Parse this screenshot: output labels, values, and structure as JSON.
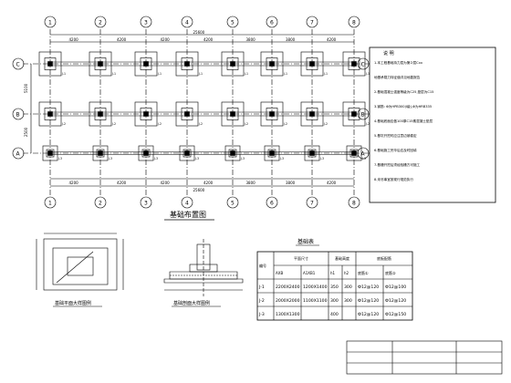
{
  "plan": {
    "title": "基础布置图",
    "total_dim": "25600",
    "bay_dim": "4200",
    "bay_dim_short": "3800",
    "depth_dim": "5100",
    "depth_dim2": "2500",
    "grid_cols": [
      "1",
      "2",
      "3",
      "4",
      "5",
      "6",
      "7",
      "8"
    ],
    "grid_rows": [
      "C",
      "B",
      "A"
    ],
    "footing_labels": [
      "J-1",
      "J-2",
      "J-3"
    ]
  },
  "section_titles": {
    "plan_detail": "基础平面大样图例",
    "section_detail": "基础剖面大样图例"
  },
  "footing_table": {
    "title": "基础表",
    "headers": [
      "编号",
      "AXB",
      "A1XB1",
      "h1",
      "h2",
      "底筋①",
      "底筋②"
    ],
    "group_headers": [
      "平面尺寸",
      "基础高度",
      "底板配筋"
    ],
    "rows": [
      [
        "J-1",
        "2200X2400",
        "1200X1400",
        "350",
        "300",
        "Ф12@120",
        "Ф12@100"
      ],
      [
        "J-2",
        "2000X2000",
        "1100X1100",
        "300",
        "300",
        "Ф12@120",
        "Ф12@120"
      ],
      [
        "J-3",
        "1300X1300",
        "",
        "400",
        "",
        "Ф12@120",
        "Ф12@150"
      ]
    ]
  },
  "notes": {
    "heading": "说 明",
    "lines": [
      "1.本工程基础持力层为第②层Cxx",
      "地基承载力特征值详见地勘报告",
      "2.基础混凝土强度等级为C25,垫层为C15",
      "3.钢筋: Φ为HPB300(Ⅰ级),Φ为HRB335",
      "4.基础底面应做100厚C15素混凝土垫层",
      "5.基坑开挖时应注意边坡稳定",
      "6.基础施工完毕后应及时回填",
      "7.基槽开挖后须经验槽方可施工",
      "8.未尽事宜按现行规范执行"
    ]
  },
  "title_block": {
    "cells": [
      "",
      "",
      "",
      "",
      "",
      ""
    ]
  }
}
